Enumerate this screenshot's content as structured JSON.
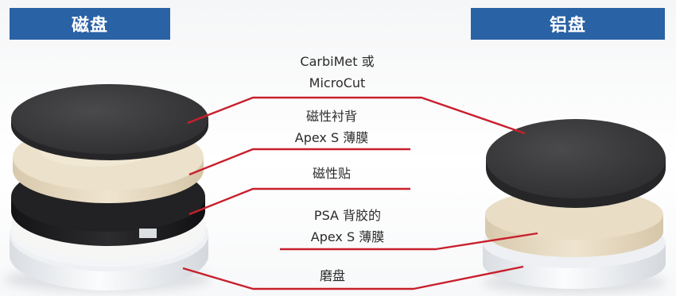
{
  "banners": {
    "left": "磁盘",
    "right": "铝盘"
  },
  "labels": {
    "layer1_line1": "CarbiMet 或",
    "layer1_line2": "MicroCut",
    "layer2_line1": "磁性衬背",
    "layer2_line2": "Apex S 薄膜",
    "layer3": "磁性贴",
    "layer4_line1": "PSA 背胶的",
    "layer4_line2": "Apex S 薄膜",
    "layer5": "磨盘"
  },
  "colors": {
    "banner": "#2a62a6",
    "leader": "#c8202c",
    "abrasive": "#3a3a3c",
    "film": "#e9ddc6",
    "magnet": "#1c1c1e",
    "platen": "#f2f3f5"
  }
}
